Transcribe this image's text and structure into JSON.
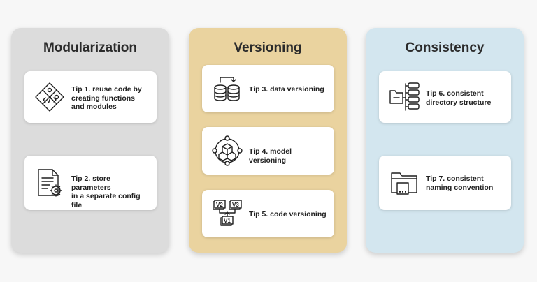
{
  "colors": {
    "modularization_bg": "#dcdcdc",
    "versioning_bg": "#ead39f",
    "consistency_bg": "#d3e6ef",
    "card_bg": "#ffffff"
  },
  "columns": [
    {
      "title": "Modularization",
      "tips": [
        {
          "label": "Tip 1. reuse code by\ncreating functions\nand modules",
          "icon": "puzzle-code-icon"
        },
        {
          "label": "Tip 2. store parameters\nin a separate config file",
          "icon": "config-file-gear-icon"
        }
      ]
    },
    {
      "title": "Versioning",
      "tips": [
        {
          "label": "Tip 3. data versioning",
          "icon": "database-sync-icon"
        },
        {
          "label": "Tip 4. model versioning",
          "icon": "model-cube-icon"
        },
        {
          "label": "Tip 5. code versioning",
          "icon": "code-versions-icon",
          "icon_text": [
            "V2",
            "V3",
            "V1"
          ]
        }
      ]
    },
    {
      "title": "Consistency",
      "tips": [
        {
          "label": "Tip 6. consistent\ndirectory structure",
          "icon": "folder-tree-icon"
        },
        {
          "label": "Tip 7. consistent\nnaming convention",
          "icon": "folder-file-icon"
        }
      ]
    }
  ]
}
